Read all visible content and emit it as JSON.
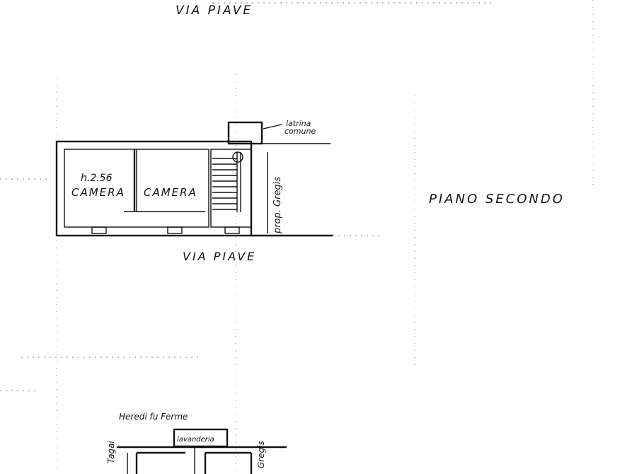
{
  "streets": {
    "top": "VIA PIAVE",
    "middle": "VIA PIAVE"
  },
  "floor_label": "PIANO SECONDO",
  "rooms": {
    "left": {
      "height_label": "h.2.56",
      "name": "CAMERA"
    },
    "right": {
      "name": "CAMERA"
    }
  },
  "annotations": {
    "latrine_line1": "latrina",
    "latrine_line2": "comune",
    "property_gregis": "prop. Gregis",
    "heirs_ferme": "Heredi fu Ferme",
    "lavanderia": "lavanderia",
    "tagai": "Tagai",
    "gregis": "Gregis"
  },
  "colors": {
    "ink": "#111111",
    "paper": "#ffffff",
    "guide": "#888888"
  }
}
